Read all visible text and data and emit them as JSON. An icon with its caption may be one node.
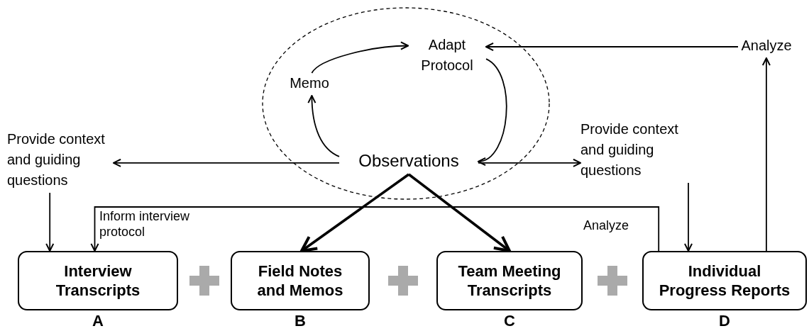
{
  "diagram": {
    "nodes": [
      {
        "text": [],
        "shape": "ellipse"
      },
      {
        "text": [
          "Memo"
        ],
        "in": 0
      },
      {
        "text": [
          "Adapt Protocol"
        ],
        "in": 0
      },
      {
        "text": [
          "Observations"
        ],
        "in": 0
      },
      {
        "text": [
          "Analyze"
        ]
      },
      {
        "text": [
          "Provide context and guiding questions"
        ]
      },
      {
        "text": [
          "Provide context and guiding questions"
        ]
      },
      {
        "text": [
          "Interview Transcripts"
        ],
        "beside": [
          "A"
        ]
      },
      {
        "text": [
          "Field Notes and Memos"
        ],
        "beside": [
          "B"
        ]
      },
      {
        "text": [
          "Team Meeting Transcripts"
        ],
        "beside": [
          "C"
        ]
      },
      {
        "text": [
          "Individual Progress Reports"
        ],
        "beside": [
          "D"
        ]
      }
    ],
    "edges": [
      {
        "from": 3,
        "to": 1,
        "arrow": "to"
      },
      {
        "from": 1,
        "to": 2,
        "arrow": "to"
      },
      {
        "from": 4,
        "to": 2,
        "arrow": "to"
      },
      {
        "from": 2,
        "to": 3,
        "arrow": "to"
      },
      {
        "from": 3,
        "to": 5,
        "arrow": "to"
      },
      {
        "from": 3,
        "to": 6,
        "arrow": "to"
      },
      {
        "from": 5,
        "to": 7,
        "arrow": "to"
      },
      {
        "from": 6,
        "to": 10,
        "arrow": "to"
      },
      {
        "from": 10,
        "to": 4,
        "arrow": "to"
      },
      {
        "from": 10,
        "to": 7,
        "arrow": "to",
        "label": "Inform interview protocol"
      },
      {
        "from": 3,
        "to": 8,
        "arrow": "to",
        "style": "thick"
      },
      {
        "from": 3,
        "to": 9,
        "arrow": "to",
        "style": "thick"
      }
    ],
    "labels": [
      "Analyze"
    ]
  }
}
